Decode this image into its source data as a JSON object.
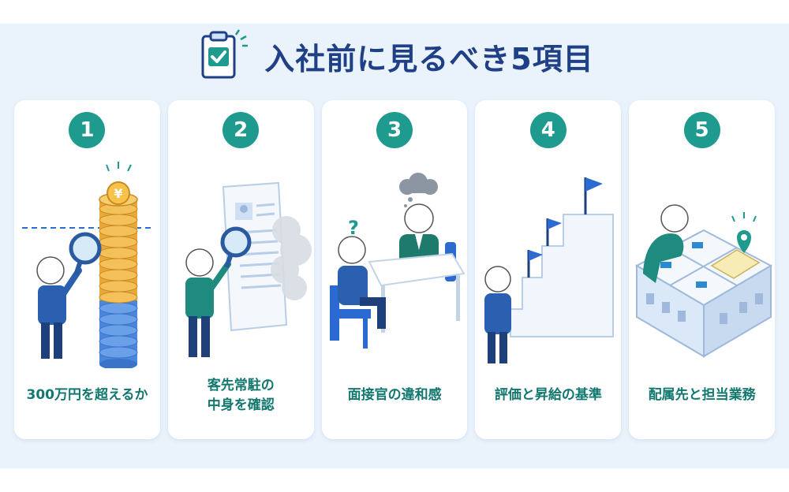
{
  "title": "入社前に見るべき5項目",
  "items": [
    {
      "number": "1",
      "label": "300万円を超えるか"
    },
    {
      "number": "2",
      "label": "客先常駐の\n中身を確認"
    },
    {
      "number": "3",
      "label": "面接官の違和感"
    },
    {
      "number": "4",
      "label": "評価と昇給の基準"
    },
    {
      "number": "5",
      "label": "配属先と担当業務"
    }
  ],
  "colors": {
    "title": "#1f3f86",
    "accent": "#1f9a8e",
    "label": "#12786f",
    "background": "#eaf3fc"
  },
  "icons": {
    "header": "clipboard-check-icon",
    "yen_symbol": "¥",
    "question_mark": "?"
  }
}
